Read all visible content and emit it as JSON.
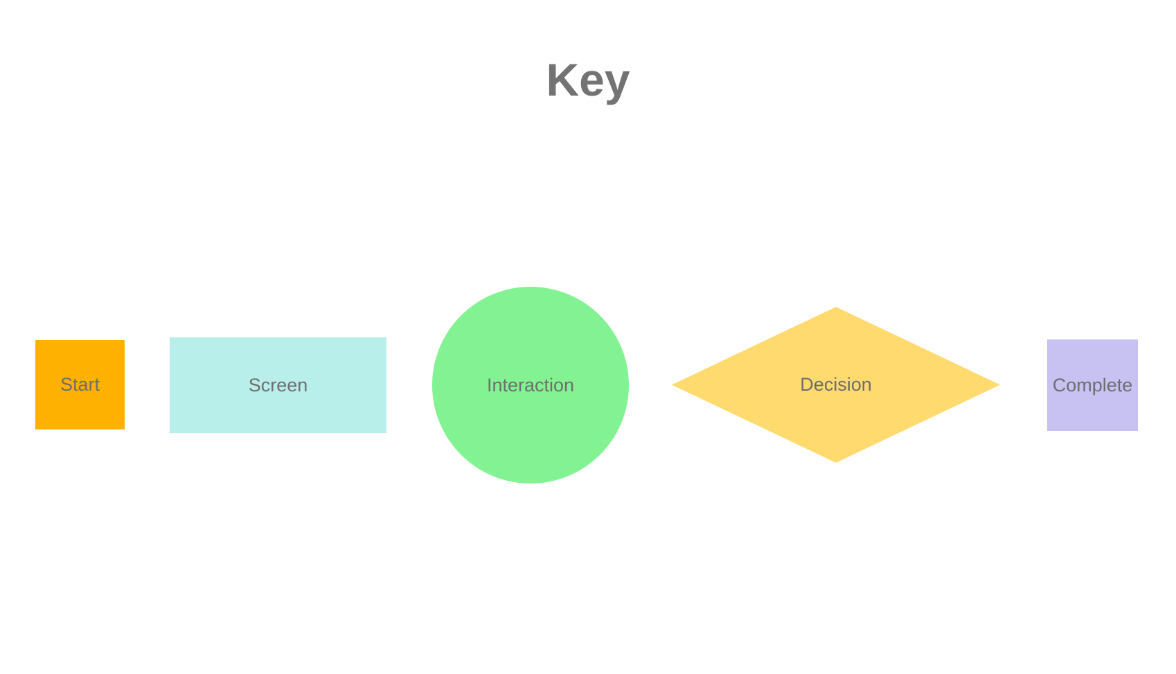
{
  "title": "Key",
  "colors": {
    "background": "#ffffff",
    "title_text": "#737373",
    "label_text": "#6e6e6e",
    "start": "#FFB100",
    "screen": "#B8EFEA",
    "interaction": "#82F292",
    "decision": "#FFDA6E",
    "complete": "#C7C2F2"
  },
  "legend": {
    "items": [
      {
        "id": "start",
        "label": "Start",
        "shape": "square",
        "color": "#FFB100"
      },
      {
        "id": "screen",
        "label": "Screen",
        "shape": "rectangle",
        "color": "#B8EFEA"
      },
      {
        "id": "interaction",
        "label": "Interaction",
        "shape": "circle",
        "color": "#82F292"
      },
      {
        "id": "decision",
        "label": "Decision",
        "shape": "diamond",
        "color": "#FFDA6E"
      },
      {
        "id": "complete",
        "label": "Complete",
        "shape": "square",
        "color": "#C7C2F2"
      }
    ]
  }
}
